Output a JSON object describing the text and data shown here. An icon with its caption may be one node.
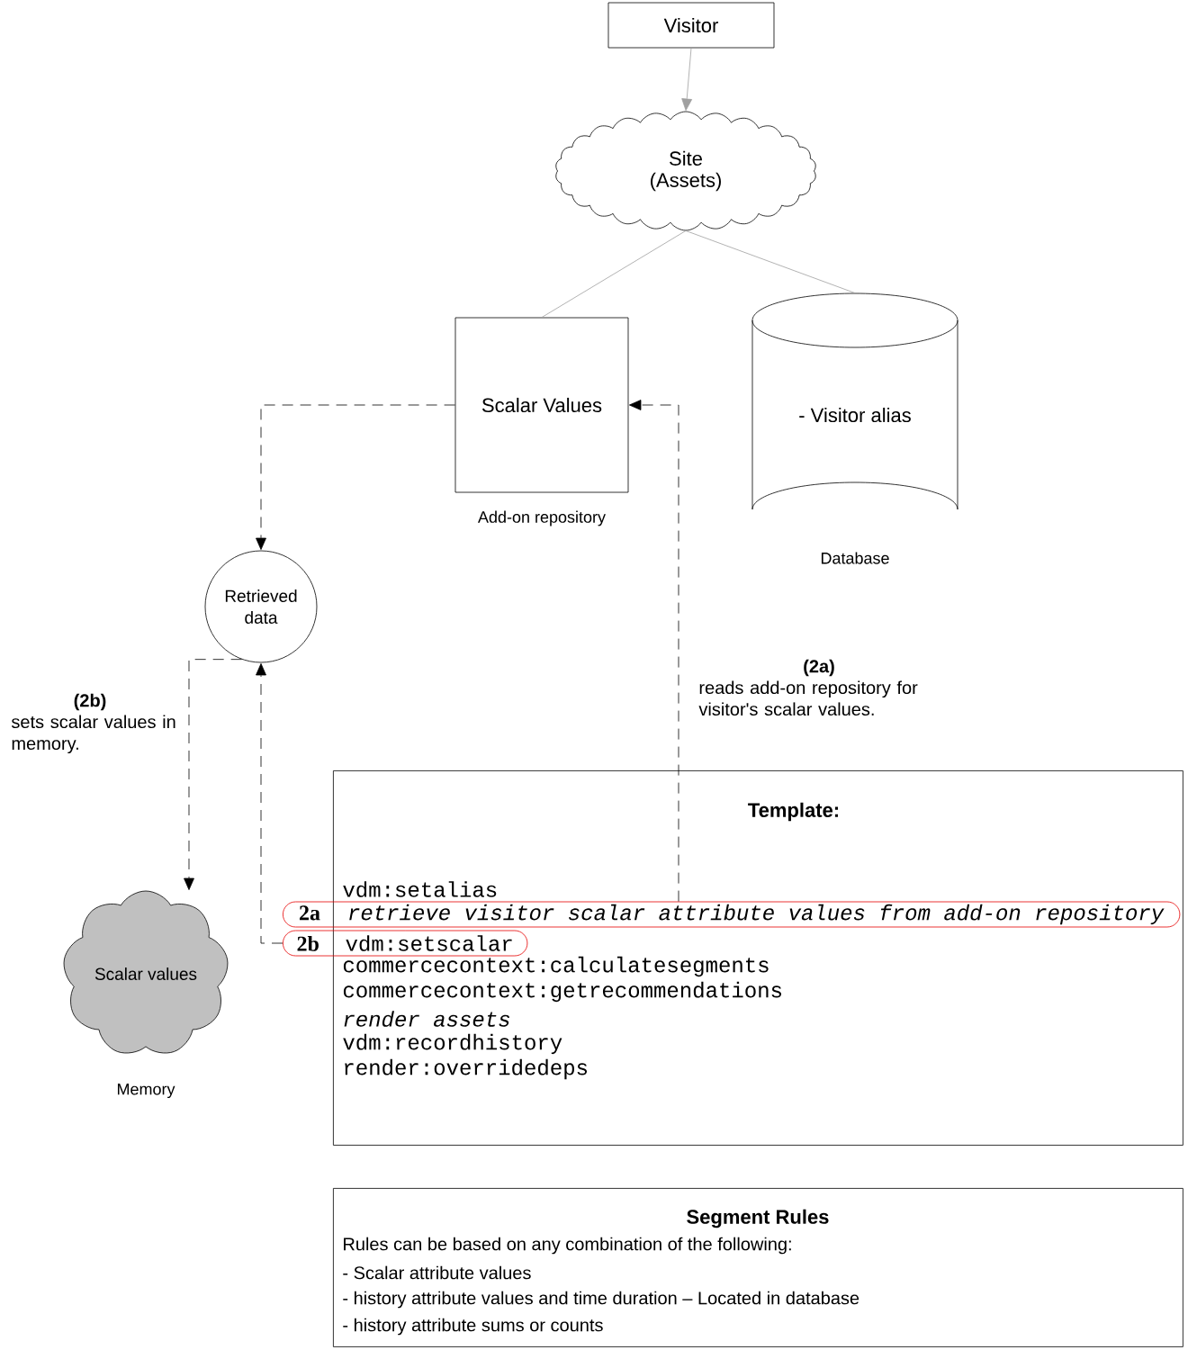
{
  "diagram": {
    "nodes": [
      {
        "text": [
          "Visitor"
        ]
      },
      {
        "text": [
          "Site (Assets)"
        ]
      },
      {
        "text": [
          "Scalar Values"
        ],
        "beside": [
          "Add-on repository"
        ]
      },
      {
        "text": [
          "- Visitor alias"
        ],
        "beside": [
          "Database"
        ]
      },
      {
        "text": [
          "Retrieved data"
        ]
      },
      {
        "text": [
          "Scalar values"
        ],
        "beside": [
          "Memory"
        ]
      },
      {
        "text": [
          "Template:",
          "vdm:setalias",
          "commercecontext:calculatesegments",
          "commercecontext:getrecommendations",
          "render assets",
          "vdm:recordhistory",
          "render:overridedeps"
        ]
      },
      {
        "text": [
          "2a",
          "retrieve visitor scalar attribute values from add-on repository"
        ],
        "in": 6
      },
      {
        "text": [
          "2b",
          "vdm:setscalar"
        ],
        "in": 6
      },
      {
        "text": [
          "Segment Rules",
          "Rules can be based on any combination of the following:",
          "- Scalar attribute values",
          "- history attribute values and time duration – Located in database",
          "- history attribute sums or counts"
        ]
      }
    ],
    "edges": [
      {
        "from": 0,
        "to": 1,
        "arrow": "to",
        "color": "#a0a0a0"
      },
      {
        "from": 1,
        "to": 2,
        "arrow": "none",
        "color": "#a0a0a0"
      },
      {
        "from": 1,
        "to": 3,
        "arrow": "none",
        "color": "#a0a0a0"
      },
      {
        "from": 2,
        "to": 4,
        "arrow": "to",
        "style": "dashed"
      },
      {
        "from": 7,
        "to": 2,
        "arrow": "to",
        "style": "dashed"
      },
      {
        "from": 8,
        "to": 4,
        "arrow": "to",
        "style": "dashed"
      },
      {
        "from": 4,
        "to": 5,
        "arrow": "to",
        "style": "dashed"
      }
    ],
    "labels": [
      "(2a)",
      "reads add-on repository for visitor's scalar values.",
      "(2b)",
      "sets scalar values in memory."
    ]
  }
}
